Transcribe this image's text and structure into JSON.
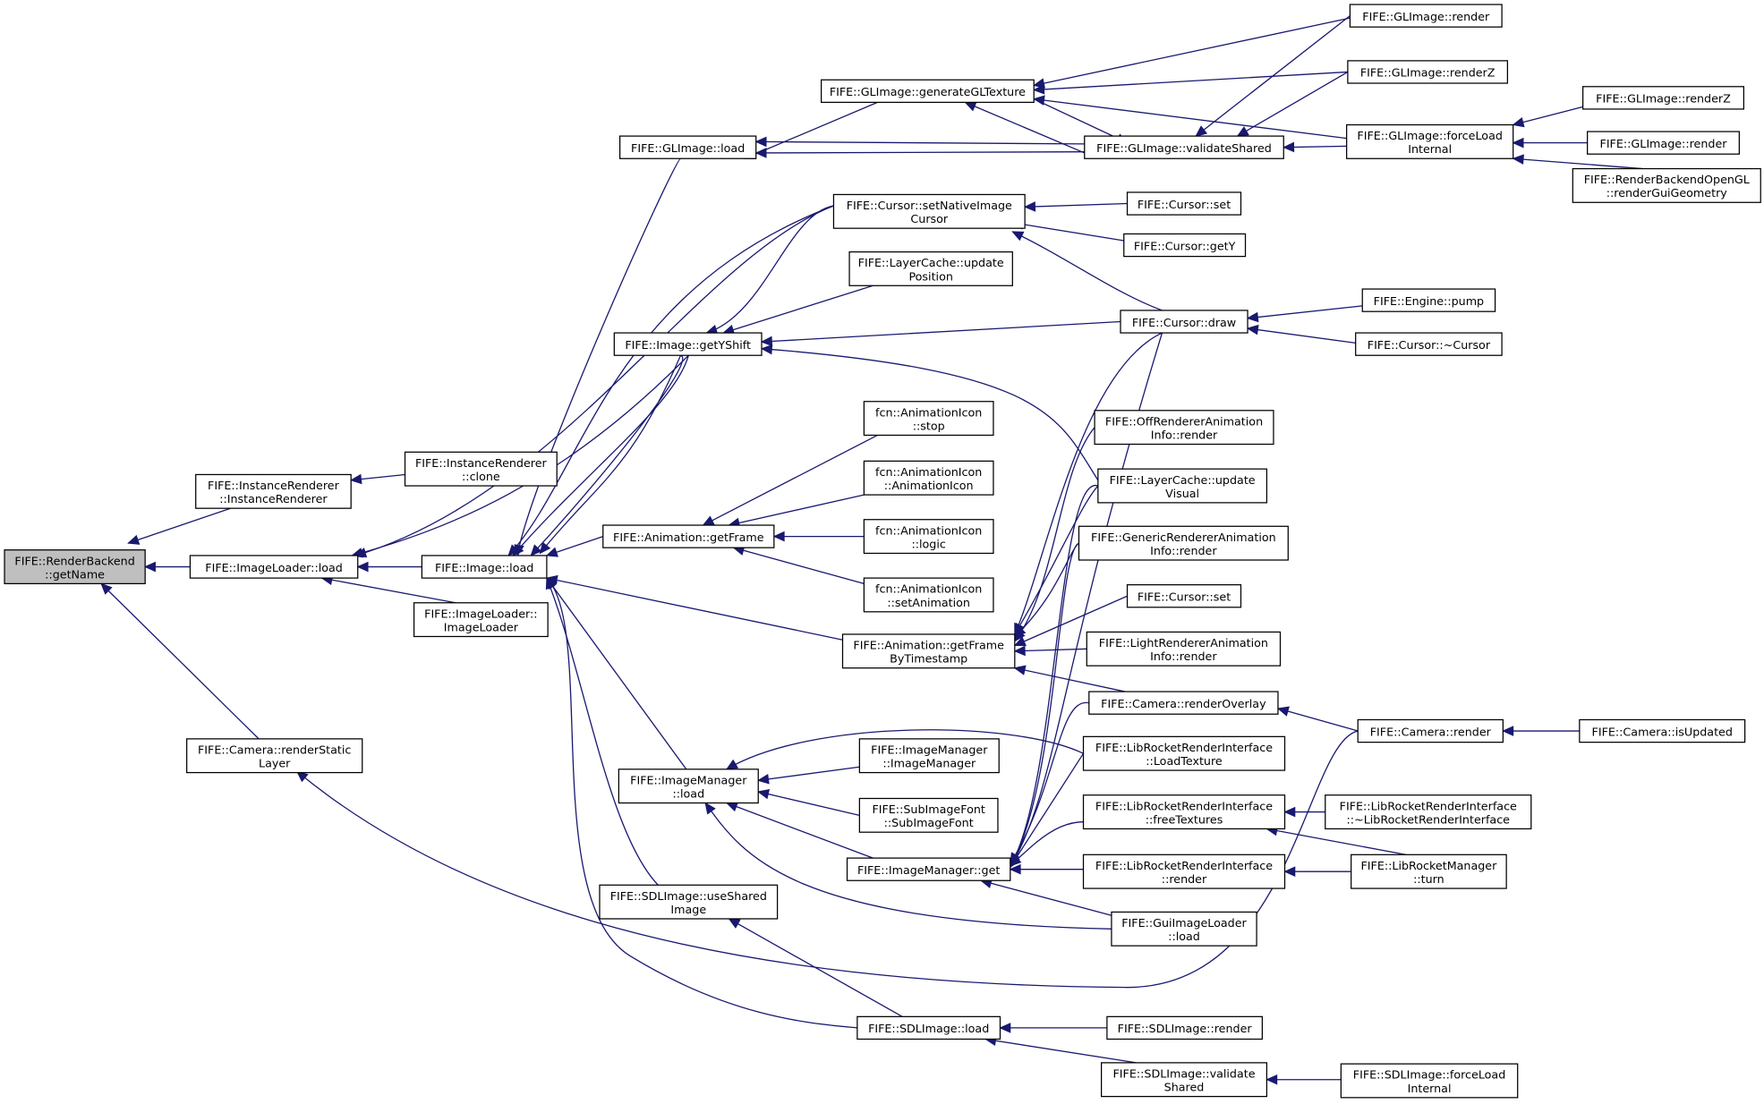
{
  "graph": {
    "colors": {
      "edge": "#191970",
      "root_fill": "#bfbfbf",
      "node_fill": "#ffffff",
      "node_border": "#000000"
    },
    "nodes": [
      {
        "id": "root",
        "lines": [
          "FIFE::RenderBackend",
          "::getName"
        ]
      },
      {
        "id": "ir_ir",
        "lines": [
          "FIFE::InstanceRenderer",
          "::InstanceRenderer"
        ]
      },
      {
        "id": "ir_clone",
        "lines": [
          "FIFE::InstanceRenderer",
          "::clone"
        ]
      },
      {
        "id": "il_load",
        "lines": [
          "FIFE::ImageLoader::load"
        ]
      },
      {
        "id": "il_ctor",
        "lines": [
          "FIFE::ImageLoader::",
          "ImageLoader"
        ]
      },
      {
        "id": "cam_rsl",
        "lines": [
          "FIFE::Camera::renderStatic",
          "Layer"
        ]
      },
      {
        "id": "img_load",
        "lines": [
          "FIFE::Image::load"
        ]
      },
      {
        "id": "gl_load",
        "lines": [
          "FIFE::GLImage::load"
        ]
      },
      {
        "id": "img_getys",
        "lines": [
          "FIFE::Image::getYShift"
        ]
      },
      {
        "id": "anim_getframe",
        "lines": [
          "FIFE::Animation::getFrame"
        ]
      },
      {
        "id": "anim_getframets",
        "lines": [
          "FIFE::Animation::getFrame",
          "ByTimestamp"
        ]
      },
      {
        "id": "imgmgr_load",
        "lines": [
          "FIFE::ImageManager",
          "::load"
        ]
      },
      {
        "id": "sdl_useshared",
        "lines": [
          "FIFE::SDLImage::useShared",
          "Image"
        ]
      },
      {
        "id": "sdl_load",
        "lines": [
          "FIFE::SDLImage::load"
        ]
      },
      {
        "id": "gl_gentex",
        "lines": [
          "FIFE::GLImage::generateGLTexture"
        ]
      },
      {
        "id": "cur_setnative",
        "lines": [
          "FIFE::Cursor::setNativeImage",
          "Cursor"
        ]
      },
      {
        "id": "lc_updpos",
        "lines": [
          "FIFE::LayerCache::update",
          "Position"
        ]
      },
      {
        "id": "ai_stop",
        "lines": [
          "fcn::AnimationIcon",
          "::stop"
        ]
      },
      {
        "id": "ai_ctor",
        "lines": [
          "fcn::AnimationIcon",
          "::AnimationIcon"
        ]
      },
      {
        "id": "ai_logic",
        "lines": [
          "fcn::AnimationIcon",
          "::logic"
        ]
      },
      {
        "id": "ai_setanim",
        "lines": [
          "fcn::AnimationIcon",
          "::setAnimation"
        ]
      },
      {
        "id": "imgmgr_ctor",
        "lines": [
          "FIFE::ImageManager",
          "::ImageManager"
        ]
      },
      {
        "id": "subfont",
        "lines": [
          "FIFE::SubImageFont",
          "::SubImageFont"
        ]
      },
      {
        "id": "imgmgr_get",
        "lines": [
          "FIFE::ImageManager::get"
        ]
      },
      {
        "id": "gl_validate",
        "lines": [
          "FIFE::GLImage::validateShared"
        ]
      },
      {
        "id": "cur_set1",
        "lines": [
          "FIFE::Cursor::set"
        ]
      },
      {
        "id": "cur_gety",
        "lines": [
          "FIFE::Cursor::getY"
        ]
      },
      {
        "id": "cur_draw",
        "lines": [
          "FIFE::Cursor::draw"
        ]
      },
      {
        "id": "off_render",
        "lines": [
          "FIFE::OffRendererAnimation",
          "Info::render"
        ]
      },
      {
        "id": "lc_updvis",
        "lines": [
          "FIFE::LayerCache::update",
          "Visual"
        ]
      },
      {
        "id": "gen_render",
        "lines": [
          "FIFE::GenericRendererAnimation",
          "Info::render"
        ]
      },
      {
        "id": "cur_set2",
        "lines": [
          "FIFE::Cursor::set"
        ]
      },
      {
        "id": "light_render",
        "lines": [
          "FIFE::LightRendererAnimation",
          "Info::render"
        ]
      },
      {
        "id": "cam_overlay",
        "lines": [
          "FIFE::Camera::renderOverlay"
        ]
      },
      {
        "id": "lr_loadtex",
        "lines": [
          "FIFE::LibRocketRenderInterface",
          "::LoadTexture"
        ]
      },
      {
        "id": "lr_freetex",
        "lines": [
          "FIFE::LibRocketRenderInterface",
          "::freeTextures"
        ]
      },
      {
        "id": "lr_render",
        "lines": [
          "FIFE::LibRocketRenderInterface",
          "::render"
        ]
      },
      {
        "id": "gui_load",
        "lines": [
          "FIFE::GuiImageLoader",
          "::load"
        ]
      },
      {
        "id": "sdl_render",
        "lines": [
          "FIFE::SDLImage::render"
        ]
      },
      {
        "id": "sdl_validate",
        "lines": [
          "FIFE::SDLImage::validate",
          "Shared"
        ]
      },
      {
        "id": "gl_render1",
        "lines": [
          "FIFE::GLImage::render"
        ]
      },
      {
        "id": "gl_renderz1",
        "lines": [
          "FIFE::GLImage::renderZ"
        ]
      },
      {
        "id": "gl_forceload",
        "lines": [
          "FIFE::GLImage::forceLoad",
          "Internal"
        ]
      },
      {
        "id": "eng_pump",
        "lines": [
          "FIFE::Engine::pump"
        ]
      },
      {
        "id": "cur_dtor",
        "lines": [
          "FIFE::Cursor::~Cursor"
        ]
      },
      {
        "id": "cam_render",
        "lines": [
          "FIFE::Camera::render"
        ]
      },
      {
        "id": "lr_dtor",
        "lines": [
          "FIFE::LibRocketRenderInterface",
          "::~LibRocketRenderInterface"
        ]
      },
      {
        "id": "lrm_turn",
        "lines": [
          "FIFE::LibRocketManager",
          "::turn"
        ]
      },
      {
        "id": "sdl_forceload",
        "lines": [
          "FIFE::SDLImage::forceLoad",
          "Internal"
        ]
      },
      {
        "id": "gl_renderz2",
        "lines": [
          "FIFE::GLImage::renderZ"
        ]
      },
      {
        "id": "gl_render2",
        "lines": [
          "FIFE::GLImage::render"
        ]
      },
      {
        "id": "rbo_rgg",
        "lines": [
          "FIFE::RenderBackendOpenGL",
          "::renderGuiGeometry"
        ]
      },
      {
        "id": "cam_isupd",
        "lines": [
          "FIFE::Camera::isUpdated"
        ]
      }
    ]
  }
}
